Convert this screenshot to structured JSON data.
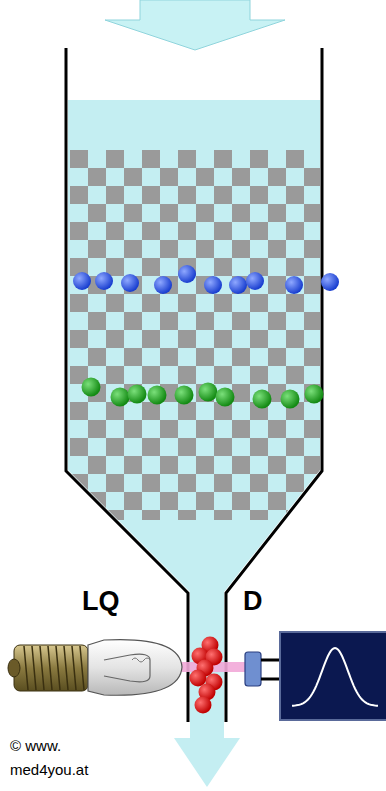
{
  "diagram": {
    "labels": [
      "LQ",
      "D",
      "© www. med4you.at"
    ]
  }
}
